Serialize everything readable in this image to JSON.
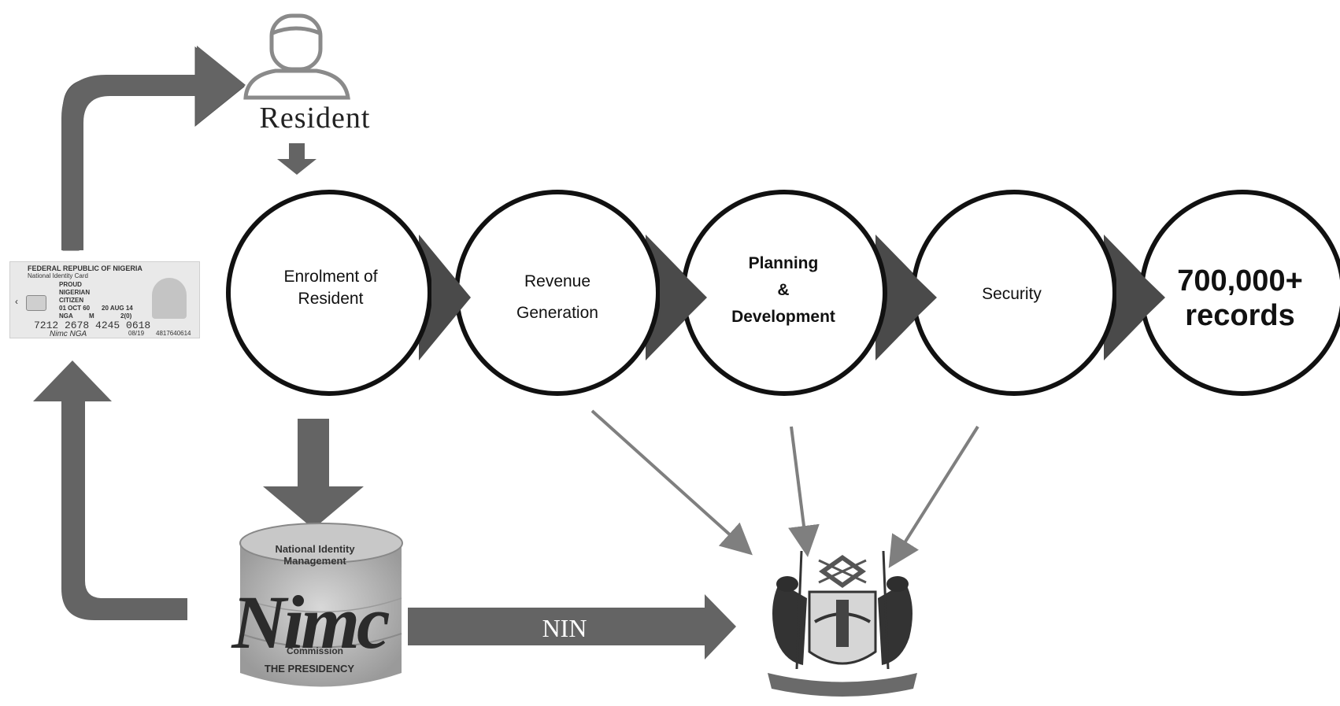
{
  "resident": {
    "label": "Resident"
  },
  "steps": [
    {
      "lines": [
        "Enrolment of",
        "Resident"
      ]
    },
    {
      "lines": [
        "Revenue",
        "Generation"
      ]
    },
    {
      "lines": [
        "Planning",
        "&",
        "Development"
      ]
    },
    {
      "lines": [
        "Security"
      ]
    },
    {
      "lines": [
        "700,000+",
        "records"
      ]
    }
  ],
  "id_card": {
    "header": "FEDERAL REPUBLIC OF NIGERIA",
    "subheader": "National Identity Card",
    "surname": "PROUD",
    "nationality": "NIGERIAN",
    "status": "CITIZEN",
    "dob": "01 OCT 60",
    "issued": "20 AUG 14",
    "country": "NGA",
    "sex": "M",
    "height": "2(0)",
    "number": "7212 2678 4245 0618",
    "brand": "Nimc NGA",
    "expiry": "08/19",
    "serial": "4817640614"
  },
  "nimc": {
    "logo_text": "Nimc",
    "arc_text": "National Identity Management",
    "commission": "Commission",
    "presidency": "THE PRESIDENCY"
  },
  "nin_arrow": {
    "label": "NIN"
  },
  "colors": {
    "arrow": "#646464",
    "thin_arrow": "#7f7f7f",
    "outline": "#111111",
    "chevron": "#4a4a4a"
  },
  "icons": {
    "resident": "person-icon",
    "nimc": "database-icon",
    "government": "coat-of-arms-icon"
  }
}
